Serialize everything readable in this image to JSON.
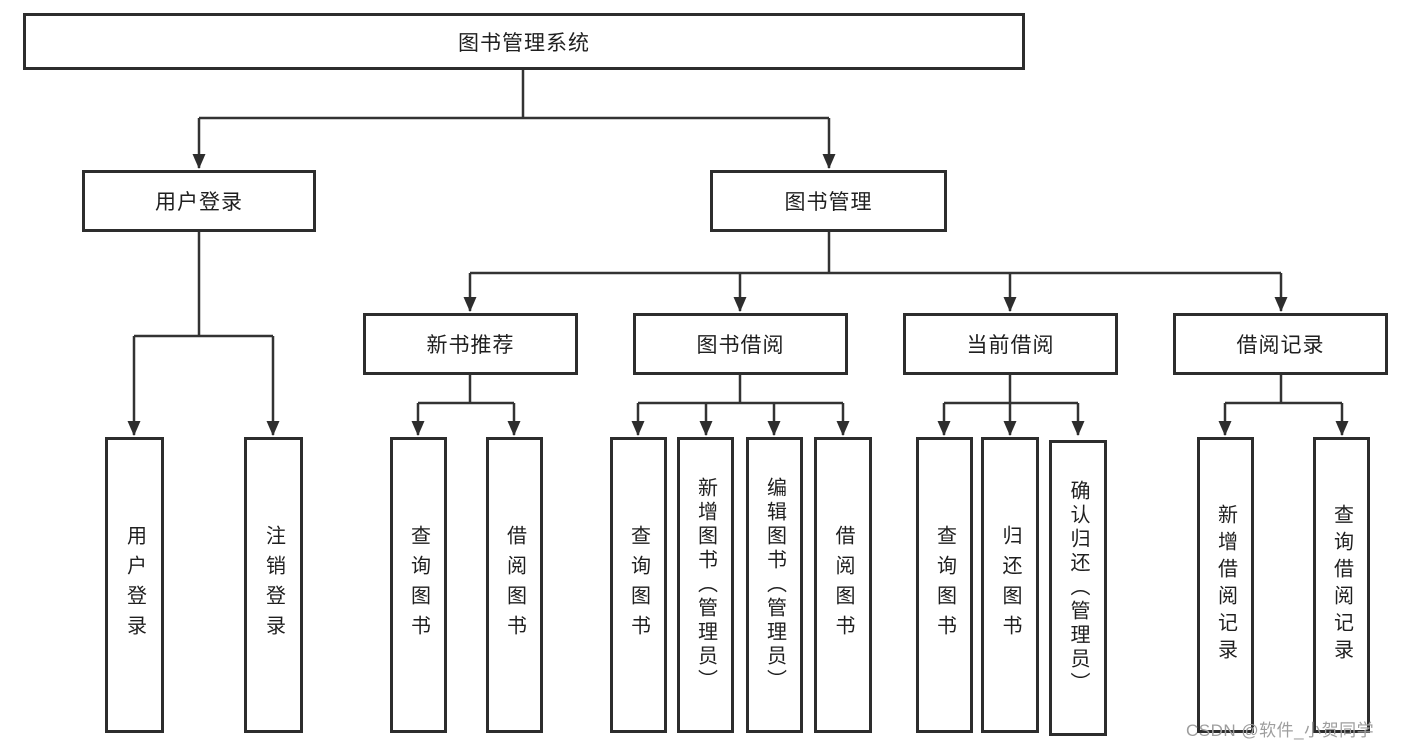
{
  "colors": {
    "line": "#333333",
    "border": "#2d2d2d",
    "text": "#1f1f1f",
    "watermark_text": "#9e9e9e",
    "background": "#ffffff"
  },
  "watermark": {
    "text": "CSDN @软件_小贺同学"
  },
  "tree": {
    "label": "图书管理系统",
    "children": [
      {
        "label": "用户登录",
        "children": [
          {
            "label": "用户登录"
          },
          {
            "label": "注销登录"
          }
        ]
      },
      {
        "label": "图书管理",
        "children": [
          {
            "label": "新书推荐",
            "children": [
              {
                "label": "查询图书"
              },
              {
                "label": "借阅图书"
              }
            ]
          },
          {
            "label": "图书借阅",
            "children": [
              {
                "label": "查询图书"
              },
              {
                "label": "新增图书（管理员）"
              },
              {
                "label": "编辑图书（管理员）"
              },
              {
                "label": "借阅图书"
              }
            ]
          },
          {
            "label": "当前借阅",
            "children": [
              {
                "label": "查询图书"
              },
              {
                "label": "归还图书"
              },
              {
                "label": "确认归还（管理员）"
              }
            ]
          },
          {
            "label": "借阅记录",
            "children": [
              {
                "label": "新增借阅记录"
              },
              {
                "label": "查询借阅记录"
              }
            ]
          }
        ]
      }
    ]
  }
}
